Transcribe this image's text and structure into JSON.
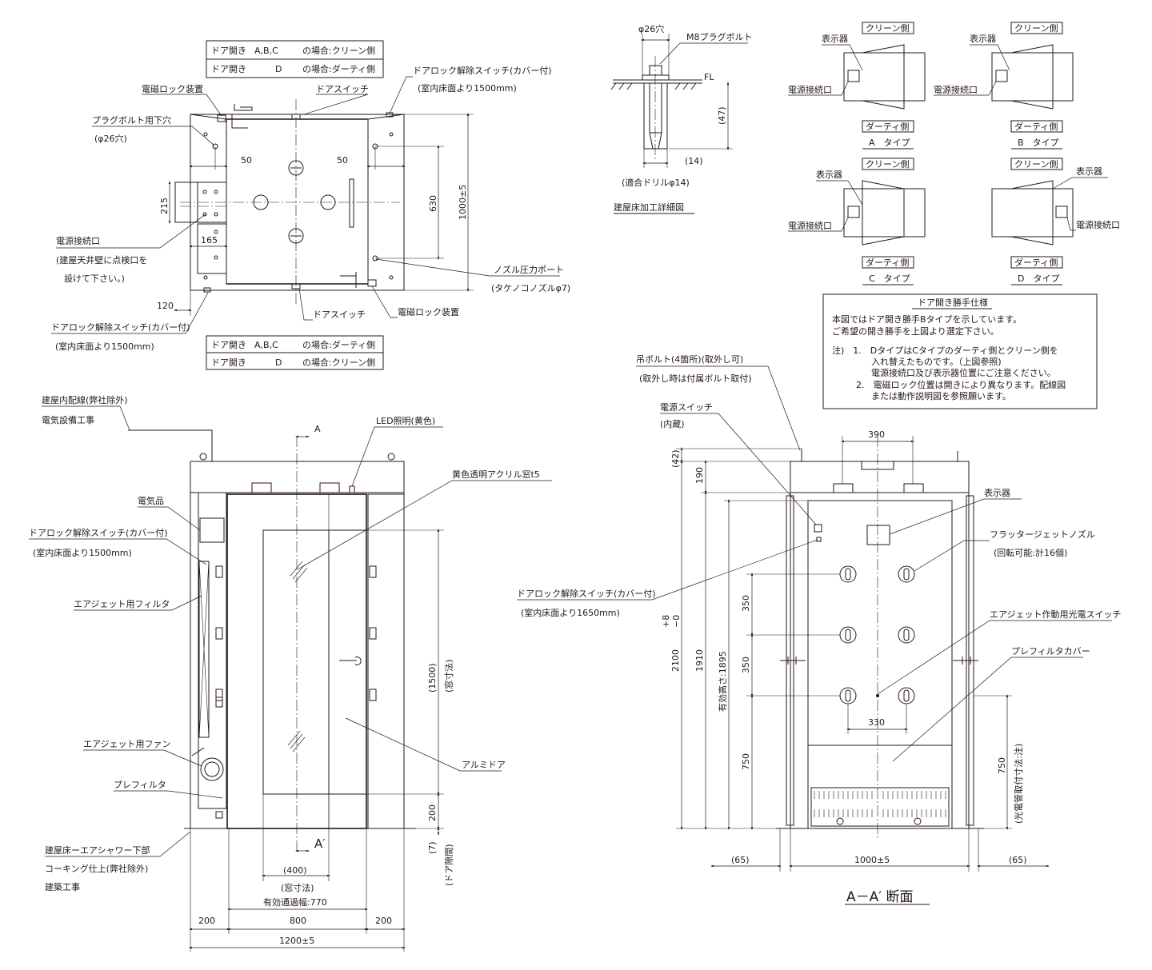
{
  "plan": {
    "table_top": [
      {
        "a": "ドア開き",
        "b": "A,B,C",
        "c": "の場合:クリーン側"
      },
      {
        "a": "ドア開き",
        "b": "D",
        "c": "の場合:ダーティ側"
      }
    ],
    "table_bottom": [
      {
        "a": "ドア開き",
        "b": "A,B,C",
        "c": "の場合:ダーティ側"
      },
      {
        "a": "ドア開き",
        "b": "D",
        "c": "の場合:クリーン側"
      }
    ],
    "labels": {
      "mag_lock_top": "電磁ロック装置",
      "door_switch_top": "ドアスイッチ",
      "release_switch_top_1": "ドアロック解除スイッチ(カバー付)",
      "release_switch_top_2": "(室内床面より1500mm)",
      "plug_bolt_hole_1": "プラグボルト用下穴",
      "plug_bolt_hole_2": "(φ26穴)",
      "power_inlet_1": "電源接続口",
      "power_inlet_2": "(建屋天井壁に点検口を",
      "power_inlet_3": "設けて下さい。)",
      "release_switch_bottom_1": "ドアロック解除スイッチ(カバー付)",
      "release_switch_bottom_2": "(室内床面より1500mm)",
      "door_switch_bottom": "ドアスイッチ",
      "mag_lock_bottom": "電磁ロック装置",
      "nozzle_port_1": "ノズル圧力ポート",
      "nozzle_port_2": "(タケノコノズルφ7)"
    },
    "dims": {
      "d50_left": "50",
      "d50_right": "50",
      "d215": "215",
      "d165": "165",
      "d120": "120",
      "d630": "630",
      "d1000": "1000±5"
    }
  },
  "detail": {
    "hole": "φ26穴",
    "bolt": "M8プラグボルト",
    "fl": "FL",
    "d47": "(47)",
    "d14": "(14)",
    "drill": "(適合ドリルφ14)",
    "title": "建屋床加工詳細図"
  },
  "types": {
    "clean": "クリーン側",
    "dirty": "ダーティ側",
    "display": "表示器",
    "power": "電源接続口",
    "a": "A　タイプ",
    "b": "B　タイプ",
    "c": "C　タイプ",
    "d": "D　タイプ"
  },
  "spec": {
    "title": "ドア開き勝手仕様",
    "lines": [
      "本図ではドア開き勝手Bタイプを示しています。",
      "ご希望の開き勝手を上図より選定下さい。",
      "注)　1.　DタイプはCタイプのダーティ側とクリーン側を",
      "入れ替えたものです。（上図参照)",
      "電源接続口及び表示器位置にご注意ください。",
      "2.　電磁ロック位置は開きにより異なります。配線図",
      "または動作説明図を参照願います。"
    ]
  },
  "front": {
    "labels": {
      "wiring_1": "建屋内配線(弊社除外)",
      "wiring_2": "電気設備工事",
      "section_a": "A",
      "section_a2": "A′",
      "led": "LED照明(黄色)",
      "acrylic": "黄色透明アクリル窓t5",
      "electrical": "電気品",
      "release_1": "ドアロック解除スイッチ(カバー付)",
      "release_2": "(室内床面より1500mm)",
      "airjet_filter": "エアジェット用フィルタ",
      "airjet_fan": "エアジェット用ファン",
      "prefilter": "プレフィルタ",
      "aluminum_door": "アルミドア",
      "floor_1": "建屋床ーエアシャワー下部",
      "floor_2": "コーキング仕上(弊社除外)",
      "floor_3": "建築工事"
    },
    "dims": {
      "window_h": "(1500)",
      "window_h_note": "(窓寸法)",
      "d200": "200",
      "d7": "(7)",
      "gap_note": "(ドア隙間)",
      "window_w": "(400)",
      "window_w_note": "(窓寸法)",
      "passage": "有効通過幅:770",
      "d200_left": "200",
      "d800": "800",
      "d200_right": "200",
      "total": "1200±5"
    }
  },
  "section": {
    "title": "A－A′ 断面",
    "labels": {
      "hanger_1": "吊ボルト(4箇所)(取外し可)",
      "hanger_2": "(取外し時は付属ボルト取付)",
      "power_switch_1": "電源スイッチ",
      "power_switch_2": "(内蔵)",
      "display": "表示器",
      "nozzle_1": "フラッタージェットノズル",
      "nozzle_2": "(回転可能:計16個)",
      "release_1": "ドアロック解除スイッチ(カバー付)",
      "release_2": "(室内床面より1650mm)",
      "photo_switch": "エアジェット作動用光電スイッチ",
      "prefilter_cover": "プレフィルタカバー"
    },
    "dims": {
      "d390": "390",
      "d42": "(42)",
      "d190": "190",
      "tol": "+8",
      "tol2": "−0",
      "d2100": "2100",
      "d1910": "1910",
      "eff_h": "有効高さ:1895",
      "d350a": "350",
      "d350b": "350",
      "d750": "750",
      "d330": "330",
      "d750r": "750",
      "sensor_note": "(光電管取付寸法:注)",
      "d65l": "(65)",
      "d1000": "1000±5",
      "d65r": "(65)"
    }
  }
}
